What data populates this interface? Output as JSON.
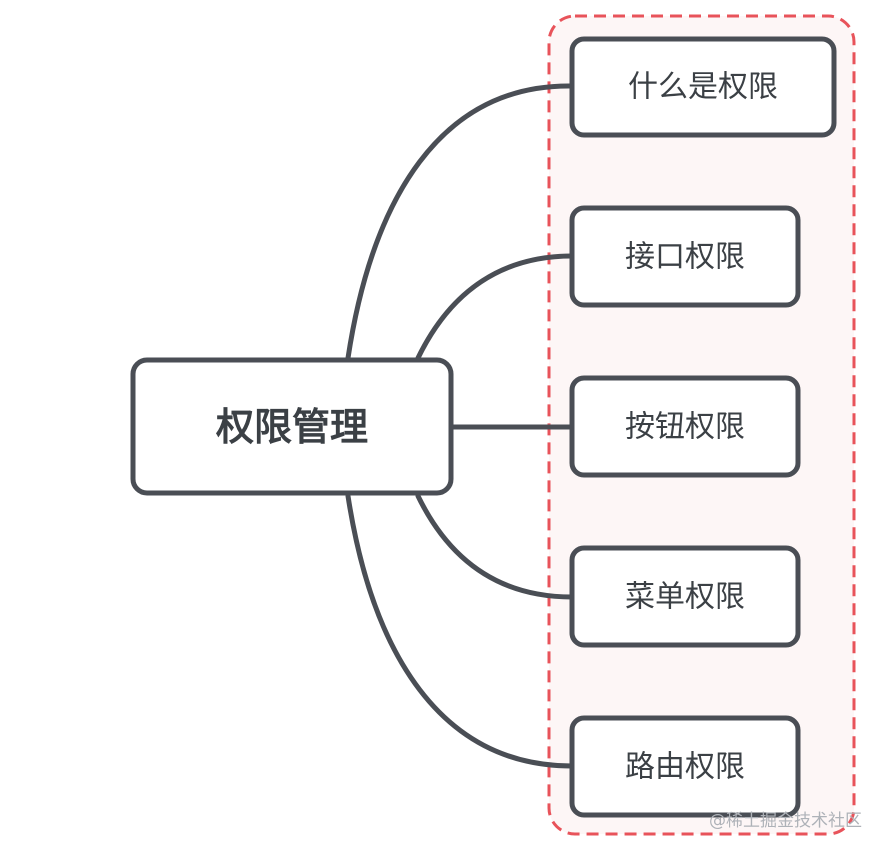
{
  "diagram": {
    "root": {
      "label": "权限管理"
    },
    "children": [
      {
        "label": "什么是权限"
      },
      {
        "label": "接口权限"
      },
      {
        "label": "按钮权限"
      },
      {
        "label": "菜单权限"
      },
      {
        "label": "路由权限"
      }
    ],
    "colors": {
      "line": "#4a4e55",
      "group_border": "#e8535a",
      "group_fill": "#fdf6f6",
      "node_fill": "#ffffff",
      "node_border": "#4a4e55",
      "text": "#3b4045"
    }
  },
  "watermark": {
    "text": "@稀土掘金技术社区"
  }
}
